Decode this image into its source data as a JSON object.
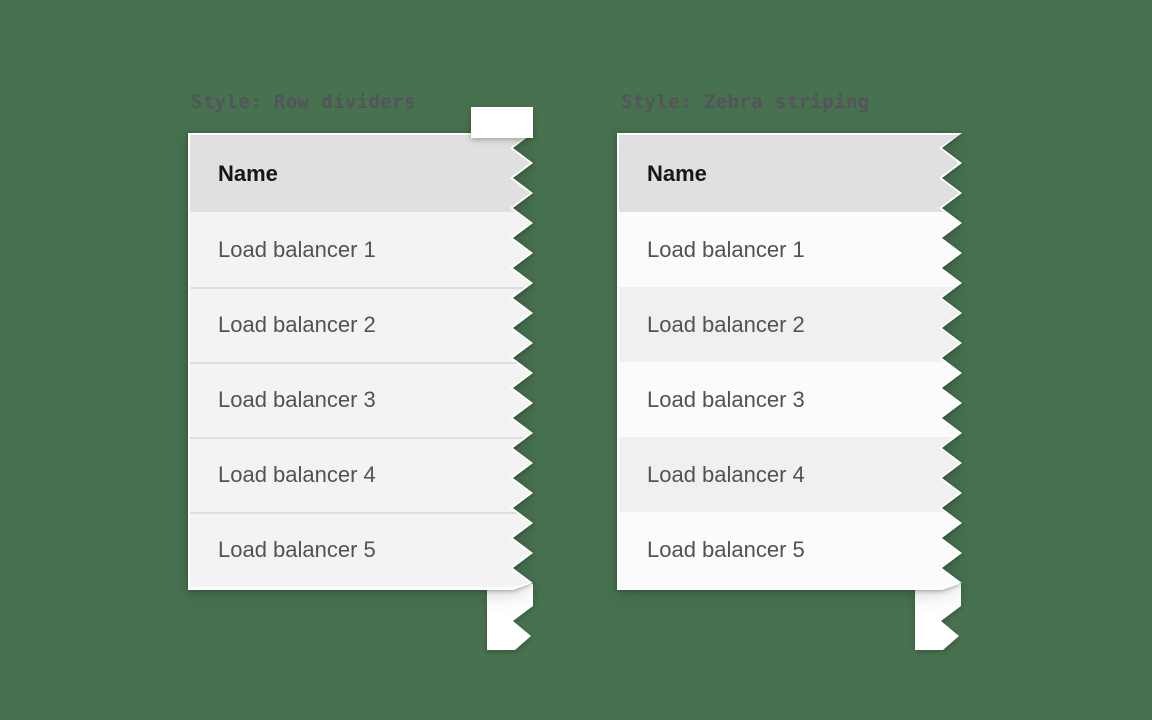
{
  "page": {
    "description": "Data table style comparison illustration",
    "background_color": "#47714F"
  },
  "colors": {
    "canvas_green": "#47714F",
    "paper_white": "#ffffff",
    "header_bg": "#e0e0e0",
    "header_text": "#161616",
    "row_text": "#525252",
    "row_bg": "#f3f3f3",
    "row_divider": "#dedede",
    "zebra_light": "#fbfbfb",
    "zebra_dark": "#f0f0f0",
    "caption_text": "#54545c"
  },
  "figures": [
    {
      "caption": "Style: Row dividers",
      "style": "row-dividers",
      "table": {
        "header": "Name",
        "rows": [
          "Load balancer 1",
          "Load balancer 2",
          "Load balancer 3",
          "Load balancer 4",
          "Load balancer 5"
        ]
      }
    },
    {
      "caption": "Style: Zebra striping",
      "style": "zebra-striping",
      "table": {
        "header": "Name",
        "rows": [
          "Load balancer 1",
          "Load balancer 2",
          "Load balancer 3",
          "Load balancer 4",
          "Load balancer 5"
        ]
      }
    }
  ]
}
